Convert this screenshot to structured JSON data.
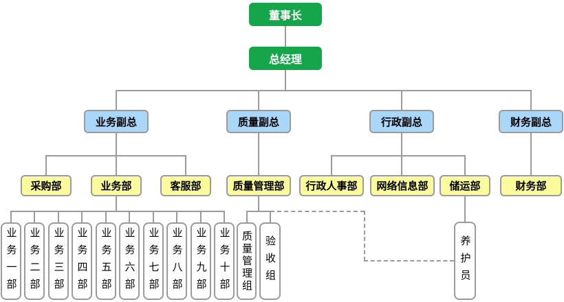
{
  "diagram_type": "org-chart",
  "colors": {
    "level1_bg": "#16a54b",
    "level1_text": "#ffffff",
    "level2_bg": "#aad6f8",
    "level3_bg": "#fbfb9e",
    "leaf_bg": "#ffffff",
    "box_border": "#9a9a9a",
    "line": "#9a9a9a"
  },
  "nodes": {
    "chairman": "董事长",
    "general_manager": "总经理",
    "vp_business": "业务副总",
    "vp_quality": "质量副总",
    "vp_admin": "行政副总",
    "vp_finance": "财务副总",
    "purchasing_dept": "采购部",
    "business_dept": "业务部",
    "customer_service_dept": "客服部",
    "quality_mgmt_dept": "质量管理部",
    "admin_hr_dept": "行政人事部",
    "network_info_dept": "网络信息部",
    "storage_transport_dept": "储运部",
    "finance_dept": "财务部",
    "quality_mgmt_group": "质量管理组",
    "acceptance_group": "验收组",
    "caretaker": "养护员"
  },
  "business_units": [
    "业务一部",
    "业务二部",
    "业务三部",
    "业务四部",
    "业务五部",
    "业务六部",
    "业务七部",
    "业务八部",
    "业务九部",
    "业务十部"
  ],
  "hierarchy": {
    "董事长": [
      "总经理"
    ],
    "总经理": [
      "业务副总",
      "质量副总",
      "行政副总",
      "财务副总"
    ],
    "业务副总": [
      "采购部",
      "业务部",
      "客服部"
    ],
    "质量副总": [
      "质量管理部"
    ],
    "行政副总": [
      "行政人事部",
      "网络信息部",
      "储运部"
    ],
    "财务副总": [
      "财务部"
    ],
    "业务部": [
      "业务一部",
      "业务二部",
      "业务三部",
      "业务四部",
      "业务五部",
      "业务六部",
      "业务七部",
      "业务八部",
      "业务九部",
      "业务十部"
    ],
    "质量管理部": [
      "质量管理组",
      "验收组"
    ],
    "储运部": [
      "养护员"
    ]
  },
  "dashed_relation": {
    "from": "质量管理部",
    "to": "养护员",
    "style": "dashed"
  }
}
